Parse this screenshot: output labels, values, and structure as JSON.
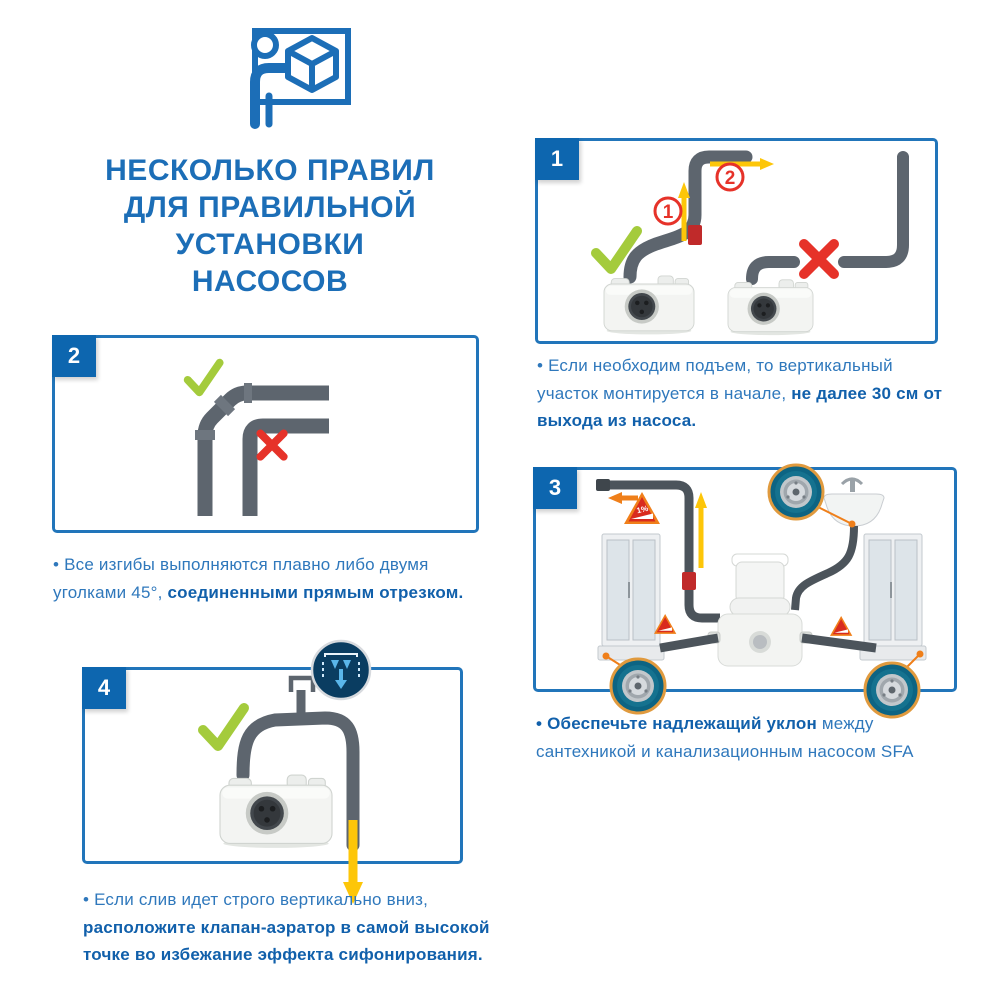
{
  "colors": {
    "brand_blue": "#1c6eb7",
    "panel_border": "#2175ba",
    "badge_blue": "#0d66af",
    "text_blue": "#2f78bc",
    "text_blue_bold": "#1160ab",
    "success_green": "#a4cb3c",
    "error_red": "#e63229",
    "arrow_yellow": "#fdc609",
    "accent_orange": "#ef7f1a",
    "callout_teal": "#0d6483",
    "callout_navy": "#0a3d61",
    "pipe_gray": "#5d656e"
  },
  "header": {
    "title": "НЕСКОЛЬКО ПРАВИЛ\nДЛЯ ПРАВИЛЬНОЙ\nУСТАНОВКИ\nНАСОСОВ"
  },
  "panels": [
    {
      "number": "1",
      "caption": [
        {
          "t": "• Если необходим подъем, то вертикальный участок монтируется в начале, ",
          "b": false
        },
        {
          "t": "не далее 30 см от выхода из насоса.",
          "b": true
        }
      ]
    },
    {
      "number": "2",
      "caption": [
        {
          "t": "• Все изгибы выполняются плавно либо двумя уголками 45°, ",
          "b": false
        },
        {
          "t": "соединенными прямым отрезком.",
          "b": true
        }
      ]
    },
    {
      "number": "3",
      "caption": [
        {
          "t": "• Обеспечьте надлежащий уклон",
          "b": true
        },
        {
          "t": " между сантехникой и канализационным насосом SFA",
          "b": false
        }
      ]
    },
    {
      "number": "4",
      "caption": [
        {
          "t": "• Если слив идет строго вертикально вниз, ",
          "b": false
        },
        {
          "t": "расположите клапан-аэратор в самой высокой точке во избежание эффекта сифонирования.",
          "b": true
        }
      ]
    }
  ],
  "annotations": {
    "step_marker_1": "1",
    "step_marker_2": "2",
    "slope_label": "1%"
  }
}
